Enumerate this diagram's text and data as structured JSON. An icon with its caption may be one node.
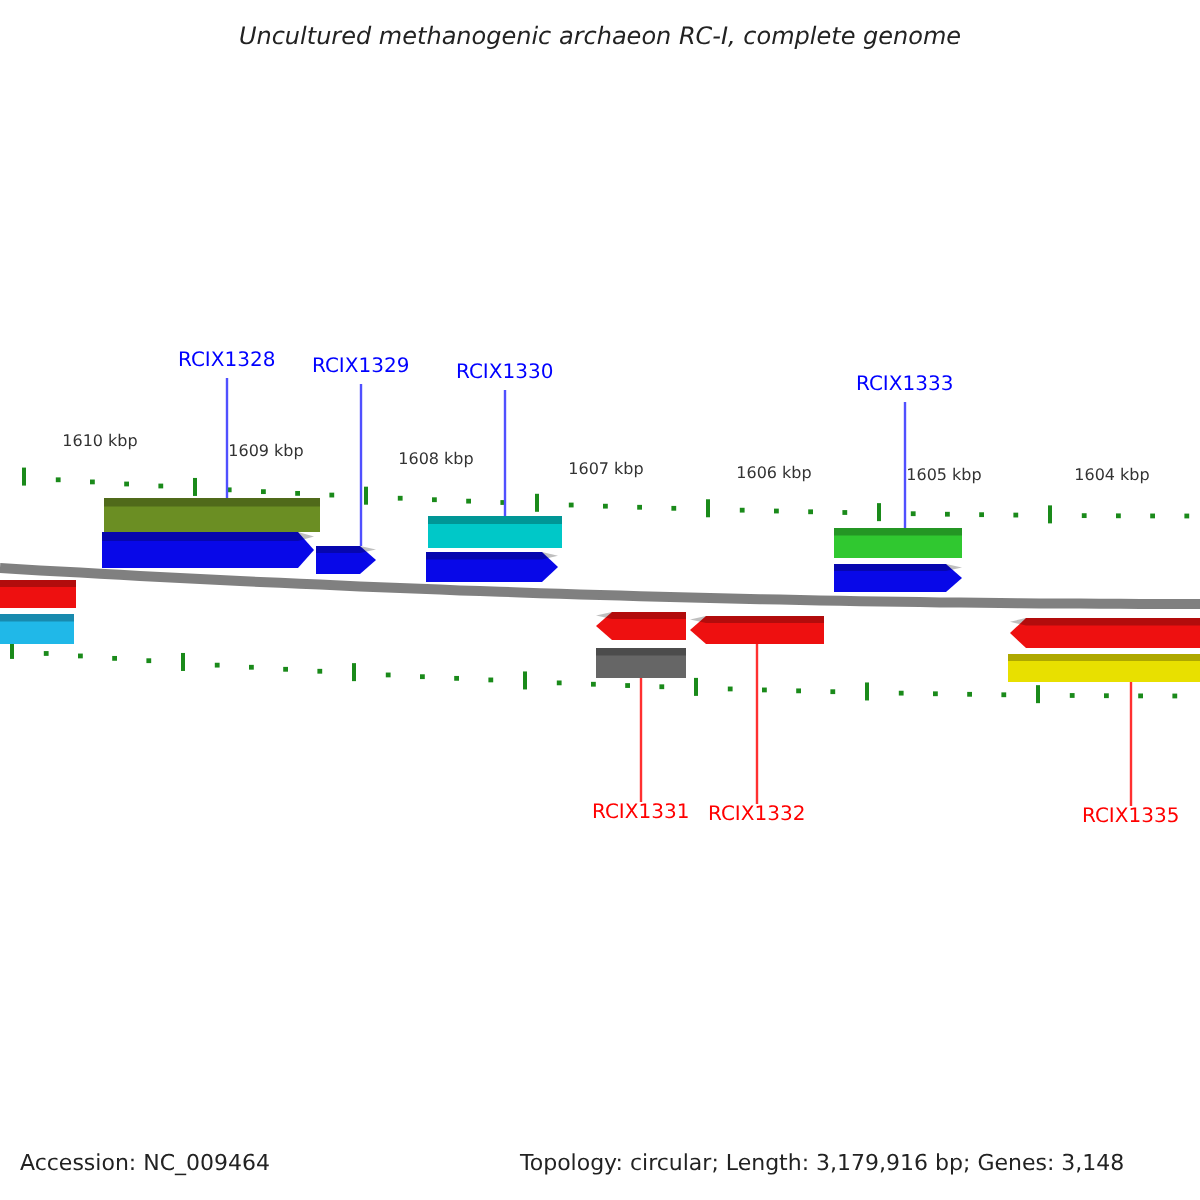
{
  "diagram": {
    "title": "Uncultured methanogenic archaeon RC-I, complete genome",
    "nodes": [
      {
        "text": [
          "RCIX1328"
        ]
      },
      {
        "text": [
          "RCIX1329"
        ]
      },
      {
        "text": [
          "RCIX1330"
        ]
      },
      {
        "text": [
          "RCIX1333"
        ]
      },
      {
        "text": [
          "RCIX1331"
        ]
      },
      {
        "text": [
          "RCIX1332"
        ]
      },
      {
        "text": [
          "RCIX1335"
        ]
      },
      {
        "text": [],
        "shape": "bar"
      },
      {
        "text": [],
        "shape": "bar"
      },
      {
        "text": [],
        "shape": "bar"
      },
      {
        "text": [],
        "shape": "arrow"
      },
      {
        "text": [],
        "shape": "arrow"
      },
      {
        "text": [],
        "shape": "bar"
      },
      {
        "text": [],
        "shape": "arrow"
      },
      {
        "text": [],
        "shape": "arrow"
      },
      {
        "text": [],
        "shape": "bar"
      },
      {
        "text": [],
        "shape": "arrow"
      },
      {
        "text": [],
        "shape": "bar"
      },
      {
        "text": [],
        "shape": "arrow"
      },
      {
        "text": [],
        "shape": "arrow"
      },
      {
        "text": [],
        "shape": "bar"
      }
    ],
    "edges": [
      {
        "from": 0,
        "to": 9,
        "arrow": "none"
      },
      {
        "from": 1,
        "to": 11,
        "arrow": "none"
      },
      {
        "from": 2,
        "to": 12,
        "arrow": "none"
      },
      {
        "from": 3,
        "to": 17,
        "arrow": "none"
      },
      {
        "from": 4,
        "to": 15,
        "arrow": "none",
        "color": "#ff3030"
      },
      {
        "from": 5,
        "to": 16,
        "arrow": "none",
        "color": "#ff3030"
      },
      {
        "from": 6,
        "to": 20,
        "arrow": "none",
        "color": "#ff3030"
      }
    ],
    "labels": [
      "1610 kbp",
      "1609 kbp",
      "1608 kbp",
      "1607 kbp",
      "1606 kbp",
      "1605 kbp",
      "1604 kbp",
      "Accession: NC_009464",
      "Topology: circular; Length: 3,179,916 bp; Genes: 3,148"
    ]
  }
}
